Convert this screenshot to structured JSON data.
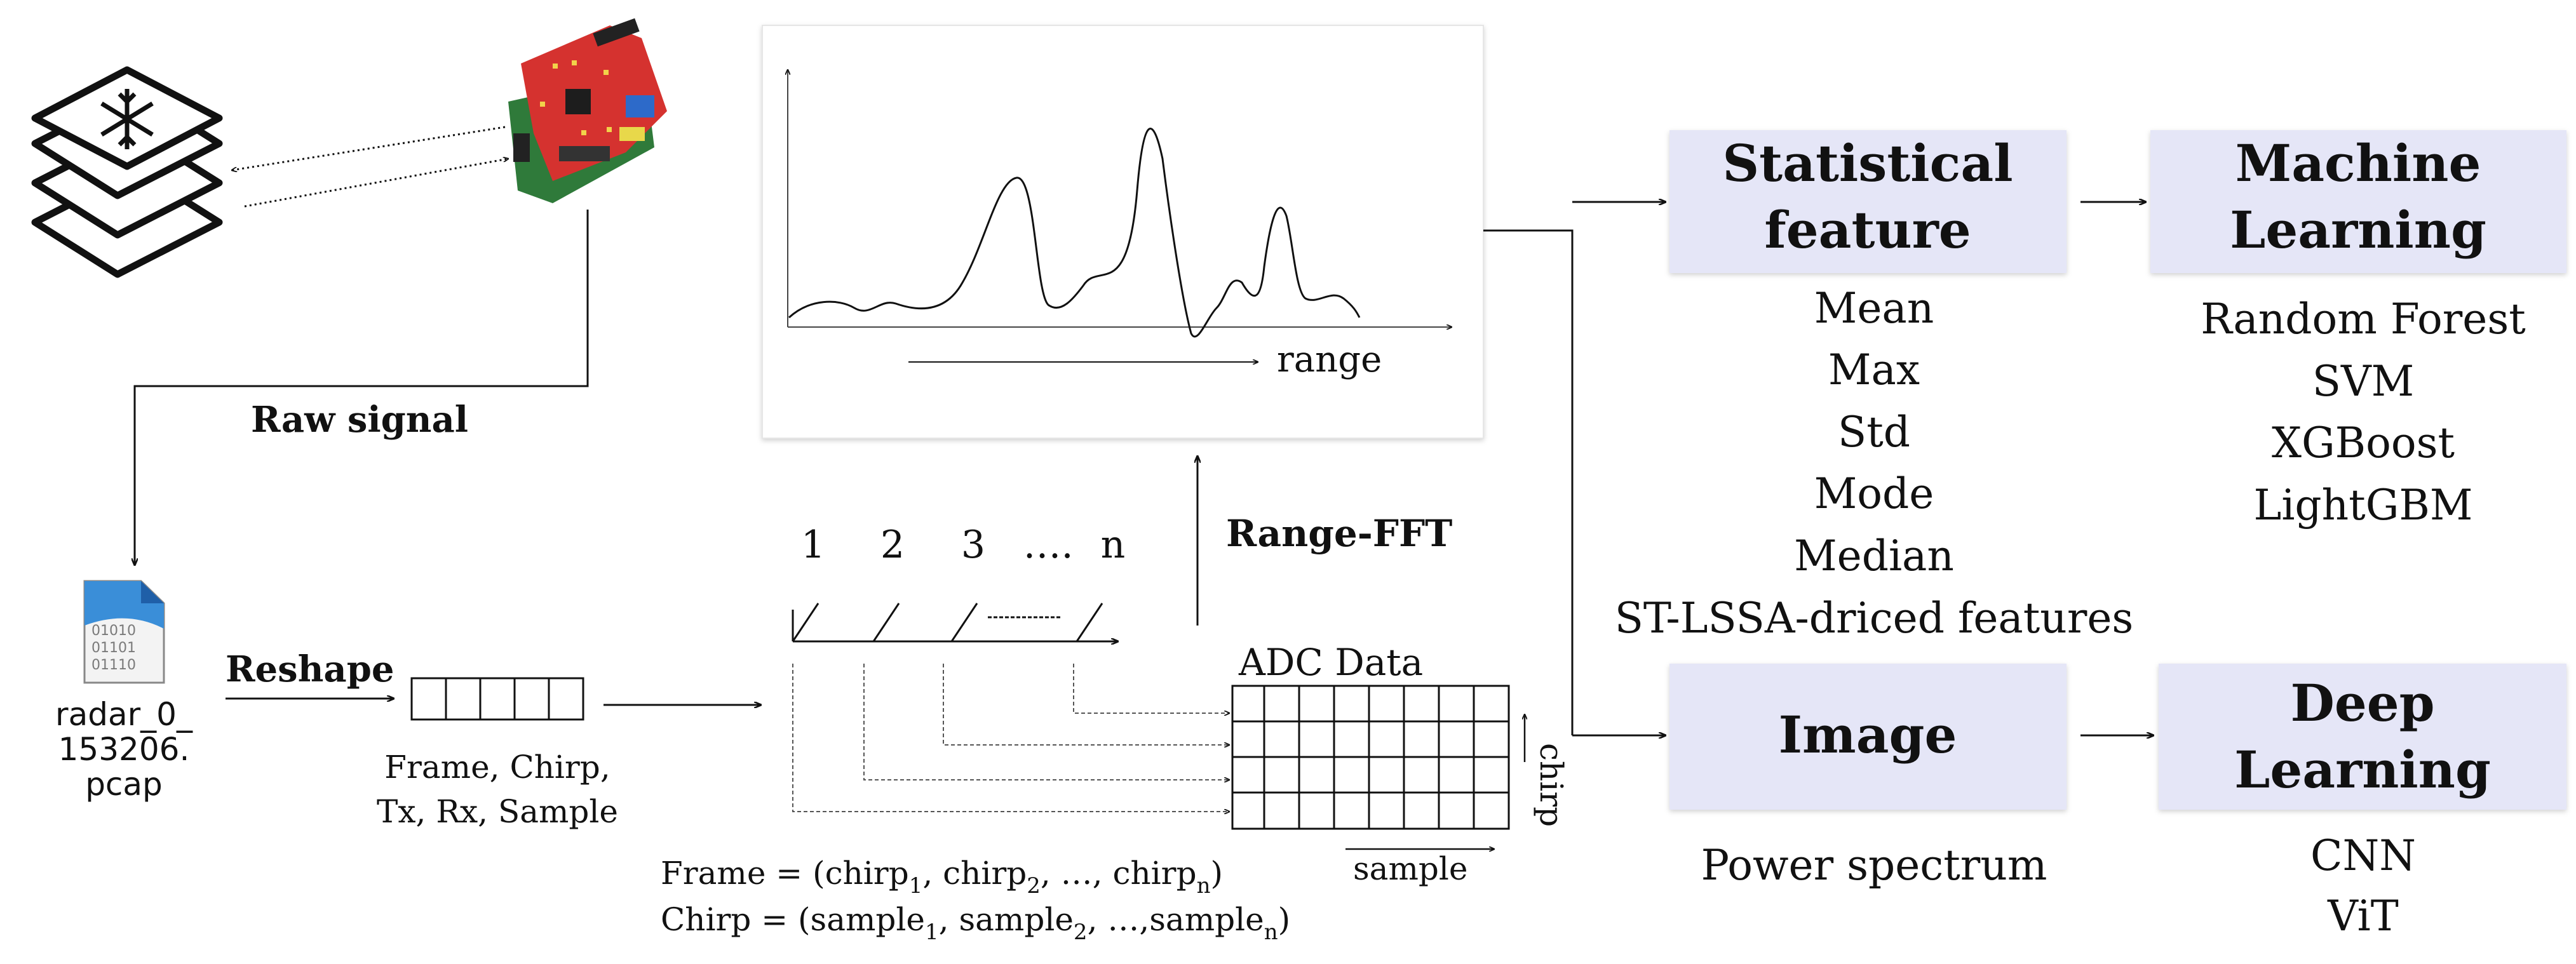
{
  "labels": {
    "raw_signal": "Raw signal",
    "reshape": "Reshape",
    "reshape_dims_line1": "Frame, Chirp,",
    "reshape_dims_line2": "Tx, Rx, Sample",
    "range": "range",
    "range_fft": "Range-FFT",
    "adc_data": "ADC Data",
    "chirp_axis": "chirp",
    "sample_axis": "sample",
    "file_name_line1": "radar_0_",
    "file_name_line2": "153206.",
    "file_name_line3": "pcap",
    "file_icon_bits": [
      "01010",
      "01101",
      "01110"
    ],
    "chirp_indices": [
      "1",
      "2",
      "3",
      "….",
      "n"
    ],
    "frame_eq": {
      "frame_prefix": "Frame = (chirp",
      "sub1": "1",
      "mid1": ", chirp",
      "sub2": "2",
      "mid2": ", …, chirp",
      "subn": "n",
      "end": ")"
    },
    "chirp_eq": {
      "chirp_prefix": "Chirp = (sample",
      "sub1": "1",
      "mid1": ", sample",
      "sub2": "2",
      "mid2": ", …,sample",
      "subn": "n",
      "end": ")"
    }
  },
  "boxes": {
    "statistical_line1": "Statistical",
    "statistical_line2": "feature",
    "ml_line1": "Machine",
    "ml_line2": "Learning",
    "image": "Image",
    "dl_line1": "Deep",
    "dl_line2": "Learning"
  },
  "lists": {
    "statistical_features": [
      "Mean",
      "Max",
      "Std",
      "Mode",
      "Median",
      "ST-LSSA-driced features"
    ],
    "ml_models": [
      "Random Forest",
      "SVM",
      "XGBoost",
      "LightGBM"
    ],
    "image_features": [
      "Power spectrum"
    ],
    "dl_models": [
      "CNN",
      "ViT"
    ]
  },
  "colors": {
    "box_fill": "#e5e6f7",
    "board_red": "#d5322f",
    "board_green": "#2f7a3a",
    "ink": "#111111"
  },
  "icons": {
    "snowflake_stack": "snowflake-layers-icon",
    "radar_board": "radar-board-icon",
    "file": "binary-file-icon"
  }
}
